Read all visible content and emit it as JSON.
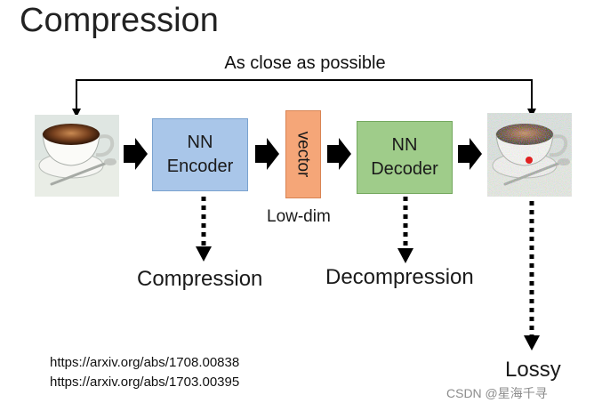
{
  "title": "Compression",
  "loop_label": "As close as possible",
  "encoder": {
    "line1": "NN",
    "line2": "Encoder"
  },
  "vector_label": "vector",
  "vector_caption": "Low-dim",
  "decoder": {
    "line1": "NN",
    "line2": "Decoder"
  },
  "outputs": {
    "compression": "Compression",
    "decompression": "Decompression",
    "lossy": "Lossy"
  },
  "references": [
    "https://arxiv.org/abs/1708.00838",
    "https://arxiv.org/abs/1703.00395"
  ],
  "watermark": "CSDN @星海千寻",
  "images": {
    "input": "coffee-cup-photo",
    "output": "noisy-coffee-cup-photo"
  },
  "colors": {
    "encoder": "#a9c6e9",
    "vector": "#f5a678",
    "decoder": "#9fcc8a",
    "arrow": "#000000",
    "error_dot": "#e02020"
  }
}
